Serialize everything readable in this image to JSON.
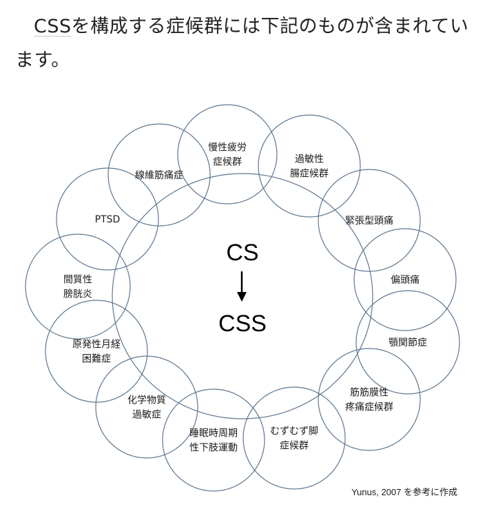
{
  "intro": {
    "prefix": "CSS",
    "rest": "を構成する症候群には下記のものが含まれています。"
  },
  "diagram": {
    "center_top": "CS",
    "center_bottom": "CSS",
    "nodes": [
      {
        "lines": [
          "慢性疲労",
          "症候群"
        ]
      },
      {
        "lines": [
          "過敏性",
          "腸症候群"
        ]
      },
      {
        "lines": [
          "緊張型頭痛"
        ]
      },
      {
        "lines": [
          "偏頭痛"
        ]
      },
      {
        "lines": [
          "顎関節症"
        ]
      },
      {
        "lines": [
          "筋筋膜性",
          "疼痛症候群"
        ]
      },
      {
        "lines": [
          "むずむず脚",
          "症候群"
        ]
      },
      {
        "lines": [
          "睡眠時周期",
          "性下肢運動"
        ]
      },
      {
        "lines": [
          "化学物質",
          "過敏症"
        ]
      },
      {
        "lines": [
          "原発性月経",
          "困難症"
        ]
      },
      {
        "lines": [
          "間質性",
          "膀胱炎"
        ]
      },
      {
        "lines": [
          "PTSD"
        ]
      },
      {
        "lines": [
          "線維筋痛症"
        ]
      }
    ],
    "credit": "Yunus, 2007 を参考に作成"
  },
  "colors": {
    "circle_stroke": "#5c7691",
    "text": "#222222"
  }
}
